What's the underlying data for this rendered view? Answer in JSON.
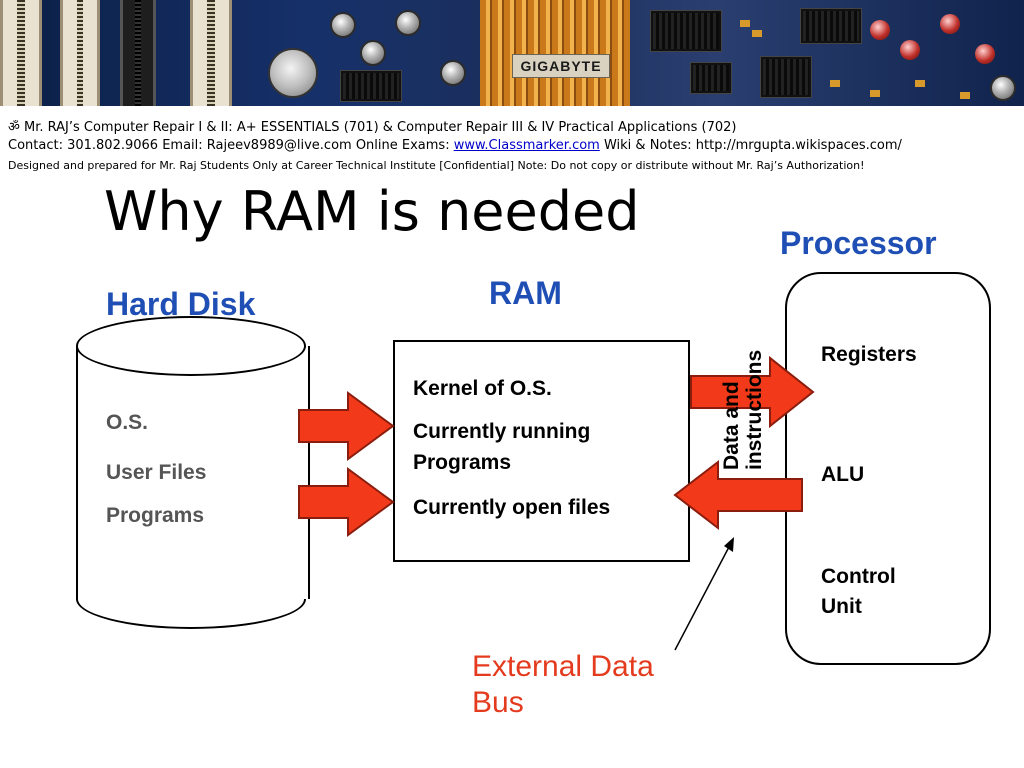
{
  "header": {
    "line1": "ॐ Mr. RAJ’s Computer Repair I & II: A+ ESSENTIALS  (701) & Computer Repair III & IV Practical Applications (702)",
    "line2_prefix": "Contact: 301.802.9066 Email: Rajeev8989@live.com Online Exams: ",
    "line2_link": "www.Classmarker.com",
    "line2_suffix": "   Wiki & Notes: http://mrgupta.wikispaces.com/",
    "line3": "Designed and prepared for Mr. Raj Students Only at Career Technical Institute [Confidential] Note: Do not copy or distribute without Mr. Raj’s Authorization!"
  },
  "banner": {
    "brand": "GIGABYTE"
  },
  "title": "Why RAM is needed",
  "hard_disk": {
    "label": "Hard Disk",
    "items": [
      "O.S.",
      "User Files",
      "Programs"
    ]
  },
  "ram": {
    "label": "RAM",
    "items": [
      "Kernel of O.S.",
      "Currently running Programs",
      "Currently open files"
    ]
  },
  "processor": {
    "label": "Processor",
    "items": [
      "Registers",
      "ALU",
      "Control Unit"
    ]
  },
  "connector": {
    "label": "Data and instructions"
  },
  "external_bus": {
    "label": "External Data Bus"
  },
  "colors": {
    "heading_blue": "#1f4fb5",
    "arrow_fill": "#f23a1a",
    "bus_label": "#e43b1e",
    "disk_text": "#555555"
  }
}
